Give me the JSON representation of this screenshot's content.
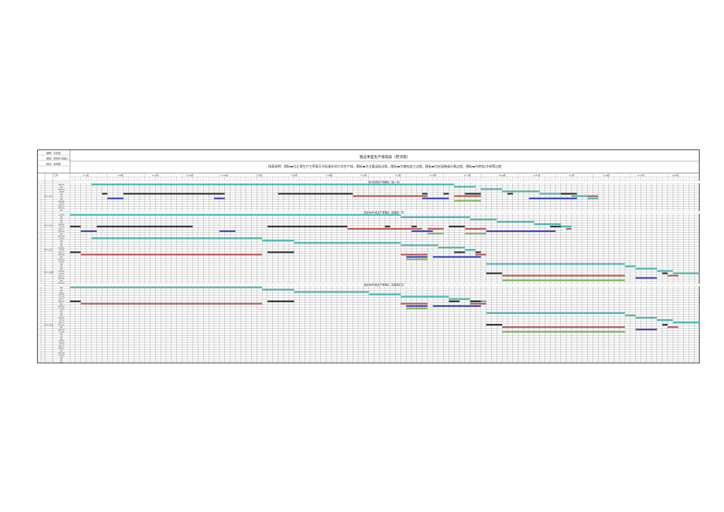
{
  "sheet": {
    "title": "施业季度生产排程表（原流程）",
    "legend": "排表说明：图标▬为正常生产工序段天为标准车间工作生产线，图标▬为主要运料过程，图标▬为物料加工过程，图标▬为在组装或分装过程，图标▬为烘焙/冷却等过程",
    "header_left": [
      "编制：王某某",
      "审核：张某某  批准人",
      "制表：业务部"
    ],
    "col_header_label": "工序",
    "date_labels": [
      "6.1周",
      "6.8周",
      "6.15周",
      "6.22周",
      "6.29周",
      "7.6周",
      "7.13周",
      "7.20周",
      "7.27周",
      "8.3周",
      "8.10周",
      "8.17周",
      "8.24周",
      "8.31周",
      "9.7周",
      "9.14周",
      "9.21周",
      "9.28周"
    ],
    "sections": [
      {
        "title": "施工阶段生产排程表（第一天）"
      },
      {
        "title": "施业车间A区生产排程表（加班版一天）"
      },
      {
        "title": "施业车间B区生产排程表（加班版五天）"
      }
    ],
    "group_labels": [
      "生产工序一",
      "生产工序二",
      "生产工序三",
      "生产工序四",
      "生产工序五"
    ],
    "task_names": [
      "准备工作",
      "物料检验",
      "配料",
      "半成品加工",
      "工序流转",
      "组装",
      "调试",
      "包装",
      "成品检验",
      "入库登记"
    ],
    "colors": {
      "teal": "#3fb7b0",
      "black": "#222222",
      "red": "#c0504d",
      "blue": "#2f35c4",
      "green": "#7ab648",
      "yellow": "#e4c84a",
      "grid": "#555555"
    }
  }
}
